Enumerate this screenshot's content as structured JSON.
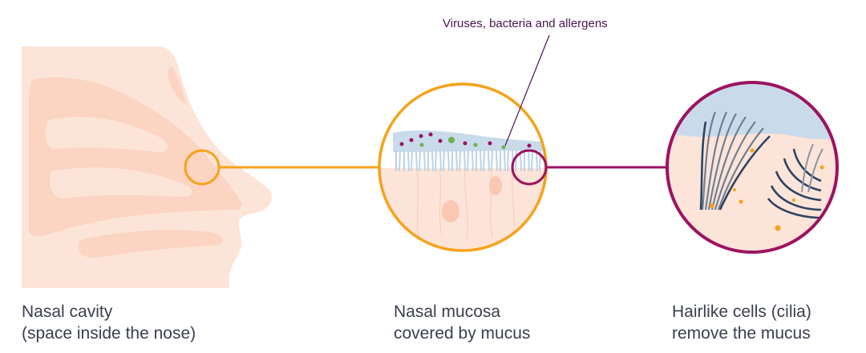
{
  "annotation": {
    "pathogens_label": "Viruses, bacteria and allergens"
  },
  "panels": [
    {
      "line1": "Nasal cavity",
      "line2": "(space inside the nose)"
    },
    {
      "line1": "Nasal mucosa",
      "line2": "covered by mucus"
    },
    {
      "line1": "Hairlike cells (cilia)",
      "line2": "remove the mucus"
    }
  ],
  "colors": {
    "orange": "#f5a31a",
    "magenta": "#9e1261",
    "skin_light": "#fde4d8",
    "skin_mid": "#fbd4c2",
    "mucus_blue": "#c9dbea",
    "cilia_dark": "#2e4563",
    "green": "#6fb24c",
    "caption_text": "#3a3f4f"
  }
}
